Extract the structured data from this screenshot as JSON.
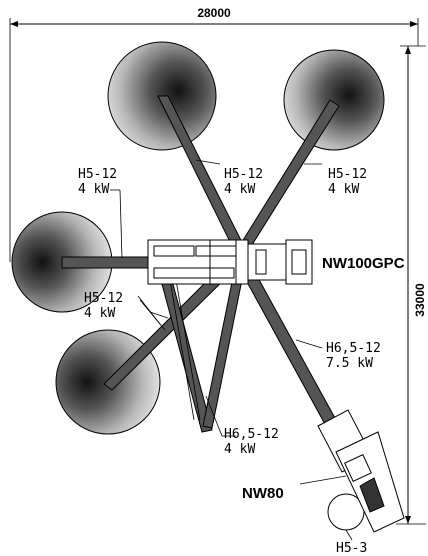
{
  "dimensions": {
    "width_label": "28000",
    "height_label": "33000"
  },
  "machines": {
    "main": "NW100GPC",
    "secondary": "NW80"
  },
  "labels": {
    "top_left": {
      "model": "H5-12",
      "power": "4 kW"
    },
    "top_middle": {
      "model": "H5-12",
      "power": "4 kW"
    },
    "top_right": {
      "model": "H5-12",
      "power": "4 kW"
    },
    "left_lower": {
      "model": "H5-12",
      "power": "4 kW"
    },
    "right_long": {
      "model": "H6,5-12",
      "power": "7.5 kW"
    },
    "bottom_middle": {
      "model": "H6,5-12",
      "power": "4 kW"
    },
    "bottom_right": {
      "model": "H5-3"
    }
  },
  "colors": {
    "line": "#000000",
    "boom": "#555555",
    "disc_light": "#ffffff",
    "disc_dark": "#111111"
  }
}
